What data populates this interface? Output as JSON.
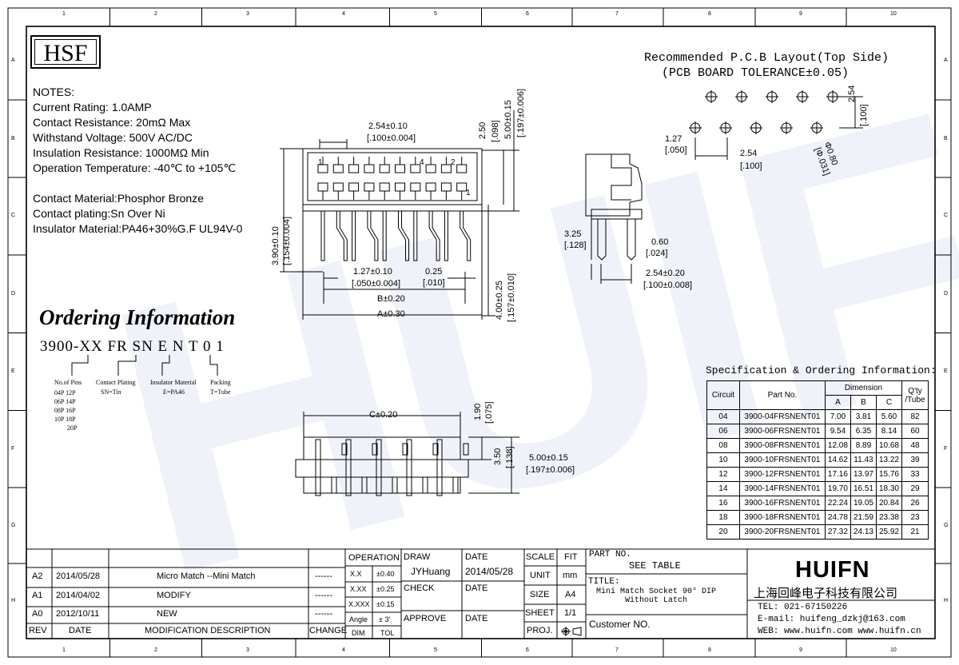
{
  "logo": {
    "text": "HSF"
  },
  "notes": [
    "NOTES:",
    "Current Rating: 1.0AMP",
    "Contact Resistance: 20mΩ Max",
    "Withstand Voltage: 500V AC/DC",
    "Insulation Resistance: 1000MΩ Min",
    "Operation Temperature: -40℃ to +105℃",
    "",
    "Contact Material:Phosphor Bronze",
    "Contact plating:Sn Over Ni",
    "Insulator Material:PA46+30%G.F UL94V-0"
  ],
  "ordering": {
    "title": "Ordering Information",
    "code": "3900-XX FR SN E N T 0 1",
    "pins_label": "No.of Pins",
    "pins": [
      "04P 12P",
      "06P 14P",
      "08P 16P",
      "10P 18P",
      "20P"
    ],
    "plating_label": "Contact Plating",
    "plating_value": "SN=Tin",
    "insulator_label": "Insulator Material",
    "insulator_value": "E=PA46",
    "packing_label": "Packing",
    "packing_value": "T=Tube"
  },
  "pcb": {
    "title_line1": "Recommended P.C.B Layout(Top Side)",
    "title_line2": "(PCB BOARD TOLERANCE±0.05)",
    "dim_254_v": "2.54",
    "dim_254_v_in": "[.100]",
    "dim_127": "1.27",
    "dim_127_in": "[.050]",
    "dim_254_h": "2.54",
    "dim_254_h_in": "[.100]",
    "dim_hole": "Φ0.80",
    "dim_hole_in": "[Φ.031]"
  },
  "front_view": {
    "pitch": "2.54±0.10",
    "pitch_in": "[.100±0.004]",
    "h250": "2.50",
    "h250_in": "[.098]",
    "h500": "5.00±0.15",
    "h500_in": "[.197±0.006]",
    "h390": "3.90±0.10",
    "h390_in": "[.154±0.004]",
    "h400": "4.00±0.25",
    "h400_in": "[.157±0.010]",
    "p127": "1.27±0.10",
    "p127_in": "[.050±0.004]",
    "w025": "0.25",
    "w025_in": "[.010]",
    "dimB": "B±0.20",
    "dimA": "A±0.30",
    "pin1": "1",
    "pin2": "2",
    "pin4": "4",
    "pin1b": "1"
  },
  "side_view": {
    "h325": "3.25",
    "h325_in": "[.128]",
    "w060": "0.60",
    "w060_in": "[.024]",
    "p254": "2.54±0.20",
    "p254_in": "[.100±0.008]"
  },
  "bottom_view": {
    "dimC": "C±0.20",
    "h190": "1.90",
    "h190_in": "[.075]",
    "h350": "3.50",
    "h350_in": "[.138]",
    "h500": "5.00±0.15",
    "h500_in": "[.197±0.006]"
  },
  "spec_table": {
    "title": "Specification & Ordering Information:",
    "headers": {
      "circuit": "Circuit",
      "part": "Part No.",
      "dimension": "Dimension",
      "a": "A",
      "b": "B",
      "c": "C",
      "qty": "Q'ty /Tube"
    },
    "rows": [
      [
        "04",
        "3900-04FRSNENT01",
        "7.00",
        "3.81",
        "5.60",
        "82"
      ],
      [
        "06",
        "3900-06FRSNENT01",
        "9.54",
        "6.35",
        "8.14",
        "60"
      ],
      [
        "08",
        "3900-08FRSNENT01",
        "12.08",
        "8.89",
        "10.68",
        "48"
      ],
      [
        "10",
        "3900-10FRSNENT01",
        "14.62",
        "11.43",
        "13.22",
        "39"
      ],
      [
        "12",
        "3900-12FRSNENT01",
        "17.16",
        "13.97",
        "15.76",
        "33"
      ],
      [
        "14",
        "3900-14FRSNENT01",
        "19.70",
        "16.51",
        "18.30",
        "29"
      ],
      [
        "16",
        "3900-16FRSNENT01",
        "22.24",
        "19.05",
        "20.84",
        "26"
      ],
      [
        "18",
        "3900-18FRSNENT01",
        "24.78",
        "21.59",
        "23.38",
        "23"
      ],
      [
        "20",
        "3900-20FRSNENT01",
        "27.32",
        "24.13",
        "25.92",
        "21"
      ]
    ]
  },
  "revisions": [
    {
      "rev": "A2",
      "date": "2014/05/28",
      "desc": "Micro Match --Mini Match",
      "change": "------"
    },
    {
      "rev": "A1",
      "date": "2014/04/02",
      "desc": "MODIFY",
      "change": "------"
    },
    {
      "rev": "A0",
      "date": "2012/10/11",
      "desc": "NEW",
      "change": "------"
    }
  ],
  "rev_headers": {
    "rev": "REV",
    "date": "DATE",
    "desc": "MODIFICATION DESCRIPTION",
    "change": "CHANGE"
  },
  "title_block": {
    "operation": "OPERATION",
    "tol_xx": "X.X",
    "tol_xx_v": "±0.40",
    "tol_xxx": "X.XX",
    "tol_xxx_v": "±0.25",
    "tol_xxxx": "X.XXX",
    "tol_xxxx_v": "±0.15",
    "tol_angle": "Angle",
    "tol_angle_v": "± 3'",
    "dim": "DIM",
    "tol": "TOL",
    "draw": "DRAW",
    "draw_name": "JYHuang",
    "check": "CHECK",
    "approve": "APPROVE",
    "date": "DATE",
    "draw_date": "2014/05/28",
    "scale": "SCALE",
    "fit": "FIT",
    "unit": "UNIT",
    "unit_v": "mm",
    "size": "SIZE",
    "size_v": "A4",
    "sheet": "SHEET",
    "sheet_v": "1/1",
    "proj": "PROJ.",
    "part_no": "PART NO.",
    "part_no_v": "SEE TABLE",
    "title": "TITLE:",
    "title_v1": "Mini Match Socket 90° DIP",
    "title_v2": "Without Latch",
    "customer": "Customer NO.",
    "company_logo": "HUIFN",
    "company_cn": "上海回峰电子科技有限公司",
    "tel": "TEL: 021-67150226",
    "email": "E-mail: huifeng_dzkj@163.com",
    "web": "WEB: www.huifn.com  www.huifn.cn"
  },
  "zones": {
    "cols": [
      "1",
      "2",
      "3",
      "4",
      "5",
      "6",
      "7",
      "8",
      "9",
      "10"
    ],
    "rows": [
      "A",
      "B",
      "C",
      "D",
      "E",
      "F",
      "G",
      "H"
    ]
  },
  "watermark": "HUIFN"
}
